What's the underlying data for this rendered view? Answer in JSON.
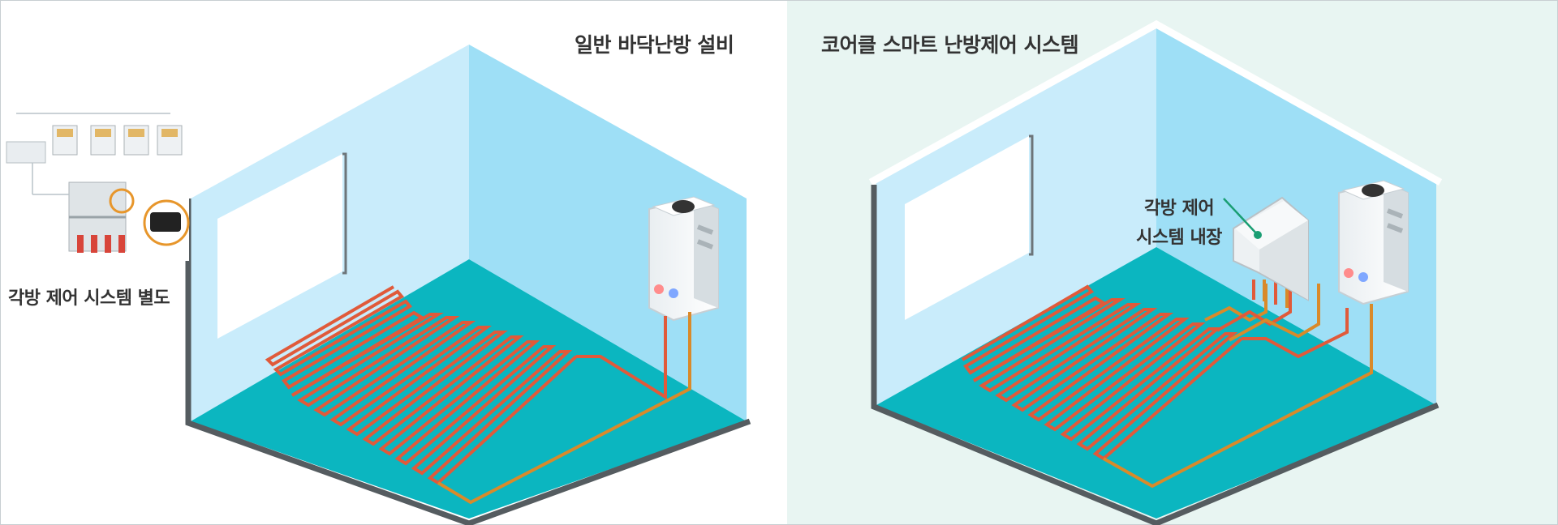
{
  "left_panel": {
    "title": "일반 바닥난방 설비",
    "label": "각방 제어 시스템 별도"
  },
  "right_panel": {
    "title": "코어클 스마트 난방제어 시스템",
    "callout_line1": "각방 제어",
    "callout_line2": "시스템 내장"
  },
  "colors": {
    "floor": "#0bb6c0",
    "wall_light": "#c9ecfb",
    "wall_dark": "#9edff6",
    "pipe": "#e05a3a",
    "right_background": "#e8f5f2",
    "callout_line": "#1a9e73"
  }
}
